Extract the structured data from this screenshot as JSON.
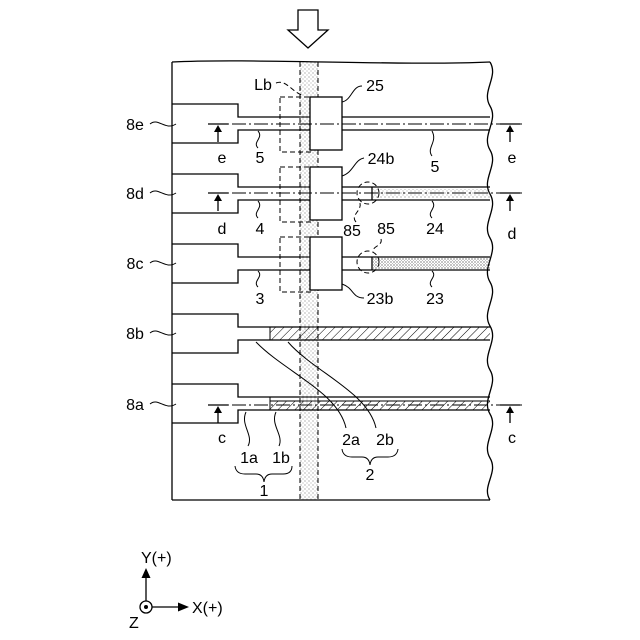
{
  "figure": {
    "direction_arrow_icon": "down-arrow-icon",
    "tabs": [
      "8e",
      "8d",
      "8c",
      "8b",
      "8a"
    ],
    "section_marks": {
      "left": [
        "e",
        "d",
        "c"
      ],
      "right": [
        "e",
        "d",
        "c"
      ]
    },
    "region_label": "Lb",
    "reference_numerals": {
      "n25": "25",
      "n24b": "24b",
      "n85_a": "85",
      "n85_b": "85",
      "n5_a": "5",
      "n5_b": "5",
      "n4": "4",
      "n24": "24",
      "n3": "3",
      "n23b": "23b",
      "n23": "23",
      "n2a": "2a",
      "n2b": "2b",
      "n2": "2",
      "n1a": "1a",
      "n1b": "1b",
      "n1": "1"
    }
  },
  "axes": {
    "y_label": "Y(+)",
    "x_label": "X(+)",
    "z_label": "Z",
    "z_icon": "out-of-page-dot-icon"
  },
  "colors": {
    "line": "#000000",
    "background": "#ffffff",
    "stipple": "#444444"
  }
}
